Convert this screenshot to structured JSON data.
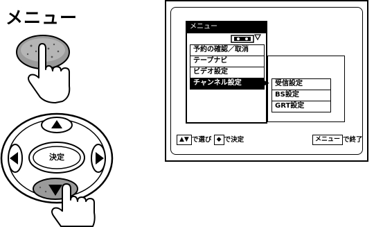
{
  "remote": {
    "menu_label": "メニュー",
    "enter_label": "決定"
  },
  "screen": {
    "menu_title": "メニュー",
    "items": [
      {
        "label": "予約の確認／取消"
      },
      {
        "label": "テープナビ"
      },
      {
        "label": "ビデオ設定"
      },
      {
        "label": "チャンネル設定"
      }
    ],
    "submenu": [
      {
        "label": "受信設定"
      },
      {
        "label": "BS設定"
      },
      {
        "label": "GRT設定"
      }
    ],
    "footer": {
      "select_suffix": "で選び",
      "confirm_suffix": "で決定",
      "menu_key": "メニュー",
      "exit_suffix": "で終了"
    }
  },
  "colors": {
    "ink": "#000000",
    "paper": "#ffffff",
    "remote_gray": "#8a8a8a"
  }
}
